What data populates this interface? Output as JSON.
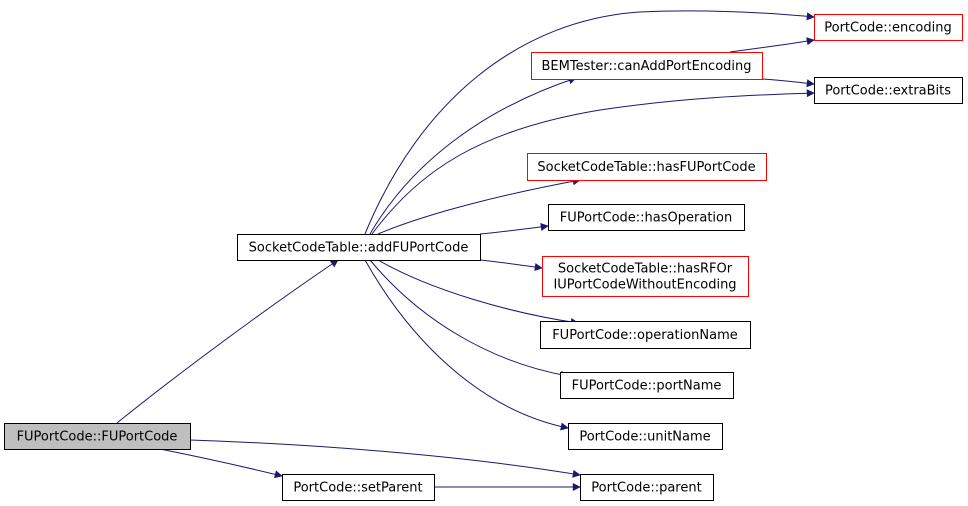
{
  "colors": {
    "edge": "#191970",
    "node_border_default": "#000000",
    "node_border_red": "#ff0000",
    "node_fill_default": "#ffffff",
    "node_fill_root": "#bfbfbf"
  },
  "nodes": {
    "fu_portcode_fuportcode": {
      "lines": [
        "FUPortCode::FUPortCode"
      ],
      "style": "root"
    },
    "socketcodetable_addfuportcode": {
      "lines": [
        "SocketCodeTable::addFUPortCode"
      ],
      "style": "default"
    },
    "portcode_setparent": {
      "lines": [
        "PortCode::setParent"
      ],
      "style": "default"
    },
    "portcode_encoding": {
      "lines": [
        "PortCode::encoding"
      ],
      "style": "red"
    },
    "bemtester_canaddportencoding": {
      "lines": [
        "BEMTester::canAddPortEncoding"
      ],
      "style": "red"
    },
    "portcode_extrabits": {
      "lines": [
        "PortCode::extraBits"
      ],
      "style": "default"
    },
    "socketcodetable_hasfuportcode": {
      "lines": [
        "SocketCodeTable::hasFUPortCode"
      ],
      "style": "red"
    },
    "fuportcode_hasoperation": {
      "lines": [
        "FUPortCode::hasOperation"
      ],
      "style": "default"
    },
    "socketcodetable_hasrforiuportcode": {
      "lines": [
        "SocketCodeTable::hasRFOr",
        "IUPortCodeWithoutEncoding"
      ],
      "style": "red"
    },
    "fuportcode_operationname": {
      "lines": [
        "FUPortCode::operationName"
      ],
      "style": "default"
    },
    "fuportcode_portname": {
      "lines": [
        "FUPortCode::portName"
      ],
      "style": "default"
    },
    "portcode_unitname": {
      "lines": [
        "PortCode::unitName"
      ],
      "style": "default"
    },
    "portcode_parent": {
      "lines": [
        "PortCode::parent"
      ],
      "style": "default"
    }
  },
  "edges": [
    [
      "fu_portcode_fuportcode",
      "socketcodetable_addfuportcode"
    ],
    [
      "fu_portcode_fuportcode",
      "portcode_parent"
    ],
    [
      "fu_portcode_fuportcode",
      "portcode_setparent"
    ],
    [
      "socketcodetable_addfuportcode",
      "bemtester_canaddportencoding"
    ],
    [
      "socketcodetable_addfuportcode",
      "portcode_encoding"
    ],
    [
      "socketcodetable_addfuportcode",
      "portcode_extrabits"
    ],
    [
      "socketcodetable_addfuportcode",
      "socketcodetable_hasfuportcode"
    ],
    [
      "socketcodetable_addfuportcode",
      "fuportcode_hasoperation"
    ],
    [
      "socketcodetable_addfuportcode",
      "socketcodetable_hasrforiuportcode"
    ],
    [
      "socketcodetable_addfuportcode",
      "fuportcode_operationname"
    ],
    [
      "socketcodetable_addfuportcode",
      "fuportcode_portname"
    ],
    [
      "socketcodetable_addfuportcode",
      "portcode_unitname"
    ],
    [
      "bemtester_canaddportencoding",
      "portcode_encoding"
    ],
    [
      "bemtester_canaddportencoding",
      "portcode_extrabits"
    ],
    [
      "portcode_setparent",
      "portcode_parent"
    ]
  ]
}
